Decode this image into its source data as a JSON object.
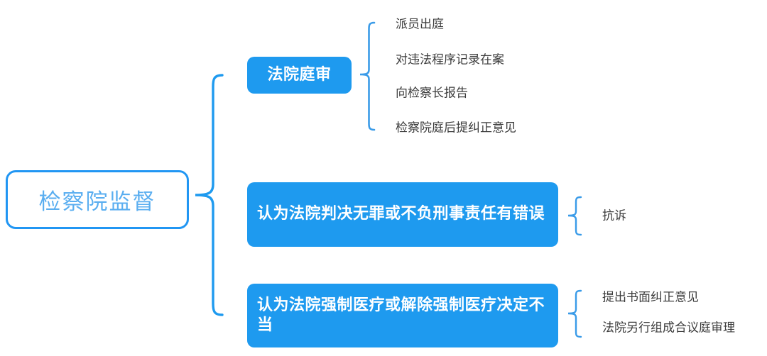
{
  "diagram": {
    "type": "mindmap",
    "title_node": "检察院监督",
    "accent_color": "#1E9AEF",
    "root_text_color": "#5AAEF0",
    "leaf_text_color": "#3C3C3C",
    "background": "#ffffff"
  },
  "root": {
    "label": "检察院监督"
  },
  "branches": [
    {
      "key": "court_trial",
      "label": "法院庭审",
      "leaves": [
        {
          "label": "派员出庭"
        },
        {
          "label": "对违法程序记录在案"
        },
        {
          "label": "向检察长报告"
        },
        {
          "label": "检察院庭后提纠正意见"
        }
      ]
    },
    {
      "key": "acquittal_error",
      "label": "认为法院判决无罪或不负刑事责任有错误",
      "leaves": [
        {
          "label": "抗诉"
        }
      ]
    },
    {
      "key": "compulsory_treatment",
      "label": "认为法院强制医疗或解除强制医疗决定不当",
      "leaves": [
        {
          "label": "提出书面纠正意见"
        },
        {
          "label": "法院另行组成合议庭审理"
        }
      ]
    }
  ],
  "connectors": {
    "main_brace": "left-curly-brace",
    "branch_brace_1": "left-curly-brace",
    "branch_brace_2": "left-curly-brace",
    "branch_brace_3": "left-curly-brace"
  }
}
